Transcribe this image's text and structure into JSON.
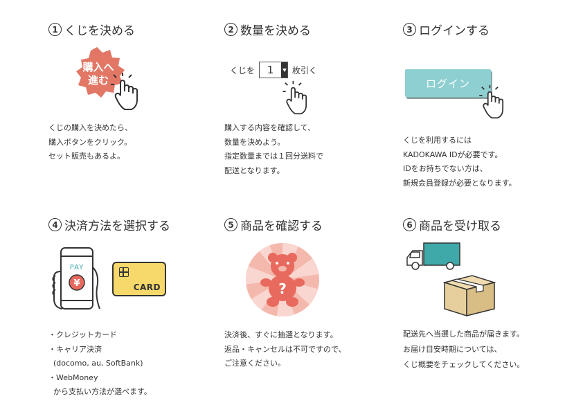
{
  "steps": [
    {
      "number": "1",
      "title": "くじを決める",
      "badge_text": "購入へ進む",
      "desc": [
        "くじの購入を決めたら、",
        "購入ボタンをクリック。",
        "セット販売もあるよ。"
      ]
    },
    {
      "number": "2",
      "title": "数量を決める",
      "qty_prefix": "くじを",
      "qty_value": "1",
      "qty_suffix": "枚引く",
      "desc": [
        "購入する内容を確認して、",
        "数量を決めよう。",
        "指定数量までは１回分送料で",
        "配送となります。"
      ]
    },
    {
      "number": "3",
      "title": "ログインする",
      "button_label": "ログイン",
      "desc": [
        "くじを利用するには",
        "KADOKAWA IDが必要です。",
        "IDをお持ちでない方は、",
        "新規会員登録が必要となります。"
      ]
    },
    {
      "number": "4",
      "title": "決済方法を選択する",
      "phone_label": "PAY",
      "yen_symbol": "¥",
      "card_label": "CARD",
      "desc": [
        "・クレジットカード",
        "・キャリア決済",
        "  (docomo, au, SoftBank)",
        "・WebMoney",
        "  から支払い方法が選べます。"
      ]
    },
    {
      "number": "5",
      "title": "商品を確認する",
      "prize_mark": "?",
      "desc": [
        "決済後、すぐに抽選となります。",
        "返品・キャンセルは不可ですので、",
        "ご注意ください。"
      ]
    },
    {
      "number": "6",
      "title": "商品を受け取る",
      "desc": [
        "配送先へ当選した商品が届きます。",
        "お届け目安時期については、",
        "くじ概要をチェックしてください。"
      ]
    }
  ],
  "colors": {
    "badge": "#e27766",
    "login": "#8ecfd1",
    "card": "#f6d96a",
    "truck": "#3fa8a8",
    "box": "#e6cf9d",
    "prize": "#e8695d"
  }
}
